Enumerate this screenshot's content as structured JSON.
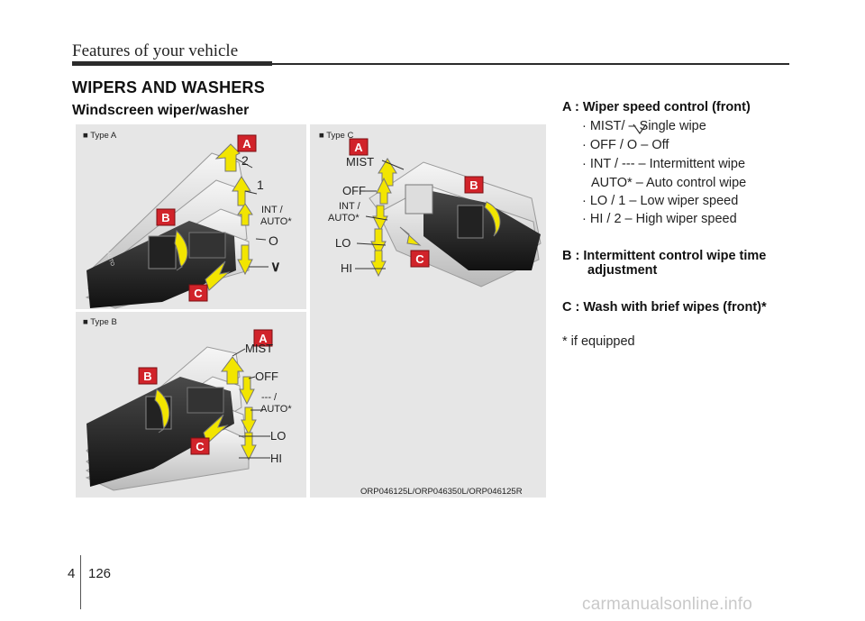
{
  "header": {
    "title": "Features of your vehicle"
  },
  "section": {
    "title": "WIPERS AND WASHERS",
    "subtitle": "Windscreen wiper/washer"
  },
  "figures": {
    "type_a": {
      "tag": "■ Type A",
      "badges": {
        "a": "A",
        "b": "B",
        "c": "C"
      },
      "labels": {
        "pos2": "2",
        "pos1": "1",
        "int_auto_1": "INT /",
        "int_auto_2": "AUTO*",
        "off": "O",
        "mist": "∨"
      }
    },
    "type_b": {
      "tag": "■ Type B",
      "badges": {
        "a": "A",
        "b": "B",
        "c": "C"
      },
      "labels": {
        "mist": "MIST",
        "off": "OFF",
        "int_auto_1": "--- /",
        "int_auto_2": "AUTO*",
        "lo": "LO",
        "hi": "HI"
      }
    },
    "type_c": {
      "tag": "■ Type C",
      "badges": {
        "a": "A",
        "b": "B",
        "c": "C"
      },
      "labels": {
        "mist": "MIST",
        "off": "OFF",
        "int_auto_1": "INT /",
        "int_auto_2": "AUTO*",
        "lo": "LO",
        "hi": "HI"
      }
    },
    "code": "ORP046125L/ORP046350L/ORP046125R"
  },
  "description": {
    "a_title": "A : Wiper speed control (front)",
    "a_items": [
      "· MIST/       – Single wipe",
      "· OFF / O – Off",
      "· INT / --- – Intermittent wipe",
      "AUTO* – Auto control wipe",
      "· LO / 1 – Low wiper speed",
      "· HI / 2 – High wiper speed"
    ],
    "b_title_1": "B : Intermittent control wipe time",
    "b_title_2": "adjustment",
    "c_title": "C : Wash with brief wipes (front)*",
    "footnote": "* if equipped"
  },
  "footer": {
    "chapter": "4",
    "page": "126"
  },
  "watermark": "carmanualsonline.info",
  "colors": {
    "arrow": "#f2e500",
    "badge": "#d1232a",
    "panel": "#e6e6e6"
  }
}
